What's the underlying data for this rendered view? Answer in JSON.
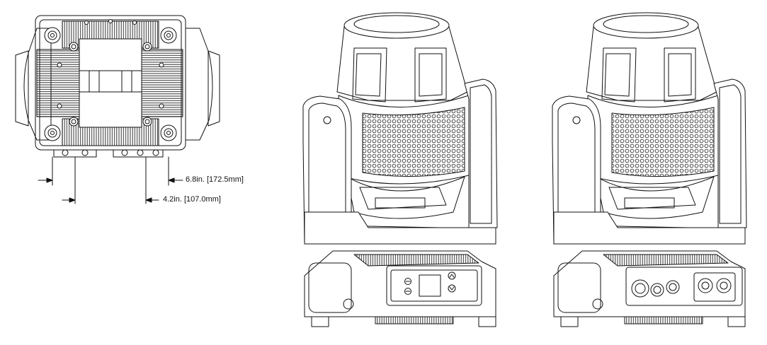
{
  "dimensions": {
    "width_label": "6.8in. [172.5mm]",
    "depth_label": "4.2in. [107.0mm]"
  },
  "views": {
    "bottom_view": "bottom-view",
    "front_view": "front-view",
    "rear_view": "rear-view"
  },
  "colors": {
    "line": "#111111",
    "background": "#ffffff"
  }
}
